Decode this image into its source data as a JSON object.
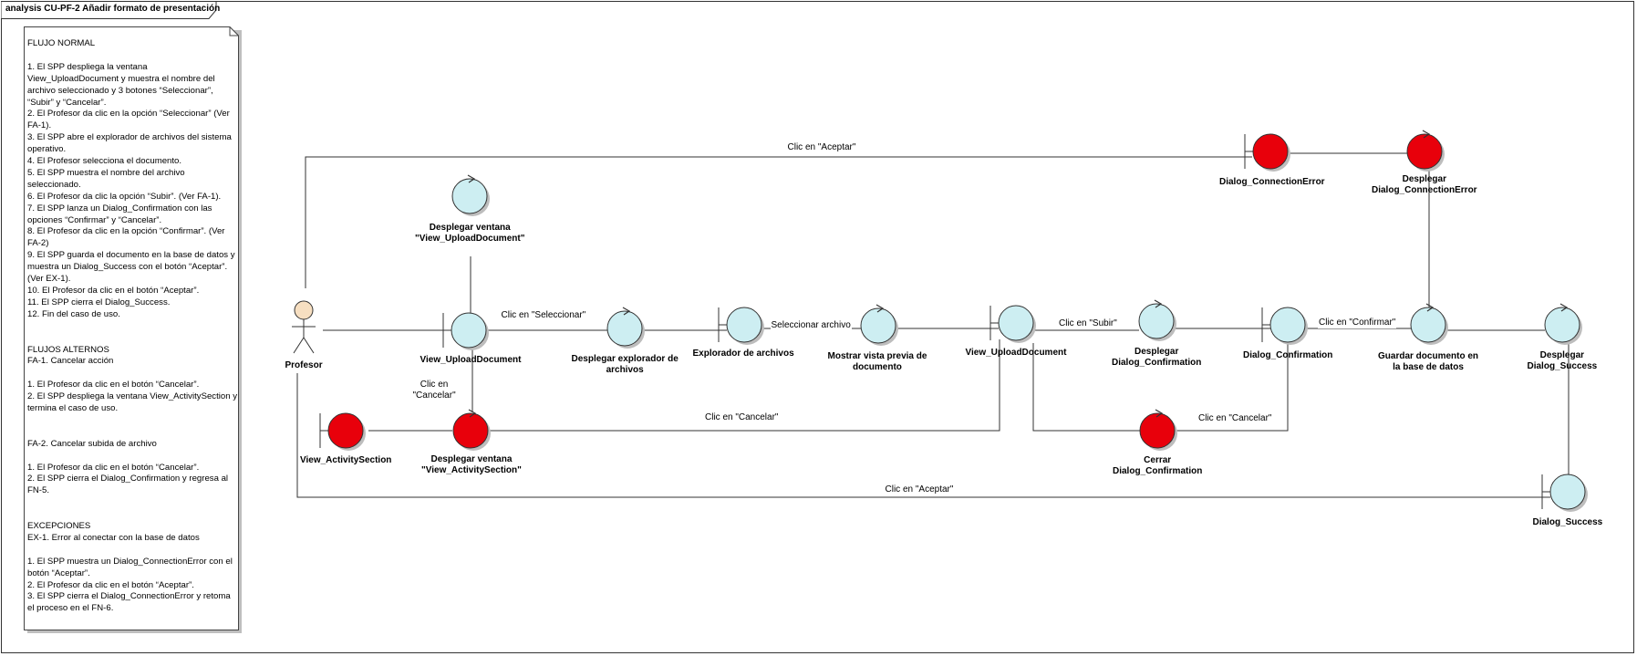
{
  "frame_title": "analysis CU-PF-2 Añadir formato de presentación",
  "note": {
    "lines": [
      "FLUJO NORMAL",
      "",
      "1. El SPP despliega la ventana View_UploadDocument y muestra el nombre del archivo seleccionado y 3 botones “Seleccionar”, “Subir” y “Cancelar”.",
      "2. El Profesor da clic en la opción “Seleccionar” (Ver FA-1).",
      "3. El SPP abre el explorador de archivos del sistema operativo.",
      "4. El Profesor selecciona el documento.",
      "5. El SPP muestra el nombre del archivo seleccionado.",
      "6. El Profesor da clic la opción “Subir”. (Ver FA-1).",
      "7. El SPP lanza un Dialog_Confirmation con las opciones “Confirmar” y “Cancelar”.",
      "8. El Profesor da clic en la opción “Confirmar”. (Ver FA-2)",
      "9. El SPP guarda el documento en la base de datos y muestra un Dialog_Success con el botón “Aceptar”. (Ver EX-1).",
      "10. El Profesor da clic en el botón “Aceptar”.",
      "11. El SPP cierra el Dialog_Success.",
      "12. Fin del caso de uso.",
      "",
      "",
      "FLUJOS ALTERNOS",
      "FA-1. Cancelar acción",
      "",
      "1. El Profesor da clic en el botón “Cancelar”.",
      "2. El SPP despliega la ventana View_ActivitySection y termina el caso de uso.",
      "",
      "",
      "FA-2. Cancelar subida de archivo",
      "",
      "1. El Profesor da clic en el botón “Cancelar”.",
      "2. El SPP cierra el Dialog_Confirmation y regresa al FN-5.",
      "",
      "",
      "EXCEPCIONES",
      "EX-1. Error al conectar con la base de datos",
      "",
      "1. El SPP muestra un Dialog_ConnectionError con el botón “Aceptar”.",
      "2. El Profesor da clic en el botón “Aceptar”.",
      "3. El SPP cierra el Dialog_ConnectionError y retoma el proceso en el FN-6."
    ]
  },
  "actor": {
    "name": "Profesor"
  },
  "nodes": [
    {
      "id": "ctrl_desplegar_upload",
      "kind": "control",
      "color": "teal",
      "label": "Desplegar ventana\n\"View_UploadDocument\"",
      "bold": true
    },
    {
      "id": "bnd_view_upload_1",
      "kind": "boundary",
      "color": "teal",
      "label": "View_UploadDocument",
      "bold": true
    },
    {
      "id": "ctrl_desplegar_explorador",
      "kind": "control",
      "color": "teal",
      "label": "Desplegar explorador de\narchivos",
      "bold": true
    },
    {
      "id": "bnd_explorador",
      "kind": "boundary",
      "color": "teal",
      "label": "Explorador de archivos",
      "bold": true
    },
    {
      "id": "ctrl_vista_previa",
      "kind": "control",
      "color": "teal",
      "label": "Mostrar vista previa de\ndocumento",
      "bold": true
    },
    {
      "id": "bnd_view_upload_2",
      "kind": "boundary",
      "color": "teal",
      "label": "View_UploadDocument",
      "bold": true
    },
    {
      "id": "ctrl_desplegar_confirmation",
      "kind": "control",
      "color": "teal",
      "label": "Desplegar\nDialog_Confirmation",
      "bold": true
    },
    {
      "id": "bnd_dialog_confirmation",
      "kind": "boundary",
      "color": "teal",
      "label": "Dialog_Confirmation",
      "bold": true
    },
    {
      "id": "ctrl_guardar",
      "kind": "control",
      "color": "teal",
      "label": "Guardar documento en\nla base de datos",
      "bold": true
    },
    {
      "id": "ctrl_desplegar_success",
      "kind": "control",
      "color": "teal",
      "label": "Desplegar\nDialog_Success",
      "bold": true
    },
    {
      "id": "bnd_dialog_success",
      "kind": "boundary",
      "color": "teal",
      "label": "Dialog_Success",
      "bold": true
    },
    {
      "id": "bnd_connection_error",
      "kind": "boundary",
      "color": "red",
      "label": "Dialog_ConnectionError",
      "bold": true
    },
    {
      "id": "ctrl_desplegar_connection_error",
      "kind": "control",
      "color": "red",
      "label": "Desplegar\nDialog_ConnectionError",
      "bold": true
    },
    {
      "id": "bnd_view_activity",
      "kind": "boundary",
      "color": "red",
      "label": "View_ActivitySection",
      "bold": true
    },
    {
      "id": "ctrl_desplegar_activity",
      "kind": "control",
      "color": "red",
      "label": "Desplegar ventana\n\"View_ActivitySection\"",
      "bold": true
    },
    {
      "id": "ctrl_cerrar_confirmation",
      "kind": "control",
      "color": "red",
      "label": "Cerrar\nDialog_Confirmation",
      "bold": true
    }
  ],
  "edge_labels": [
    {
      "id": "e_aceptar_top",
      "text": "Clic en \"Aceptar\""
    },
    {
      "id": "e_seleccionar",
      "text": "Clic en \"Seleccionar\""
    },
    {
      "id": "e_seleccionar_archivo",
      "text": "Seleccionar archivo"
    },
    {
      "id": "e_subir",
      "text": "Clic en \"Subir\""
    },
    {
      "id": "e_confirmar",
      "text": "Clic en \"Confirmar\""
    },
    {
      "id": "e_cancelar_left",
      "text": "Clic en\n\"Cancelar\""
    },
    {
      "id": "e_cancelar_mid",
      "text": "Clic en \"Cancelar\""
    },
    {
      "id": "e_cancelar_right",
      "text": "Clic en \"Cancelar\""
    },
    {
      "id": "e_aceptar_bottom",
      "text": "Clic en \"Aceptar\""
    }
  ],
  "colors": {
    "teal_fill": "#cdeef2",
    "red_fill": "#e8000b",
    "actor_fill": "#f7dfc1",
    "stroke": "#333333",
    "line": "#333333"
  }
}
